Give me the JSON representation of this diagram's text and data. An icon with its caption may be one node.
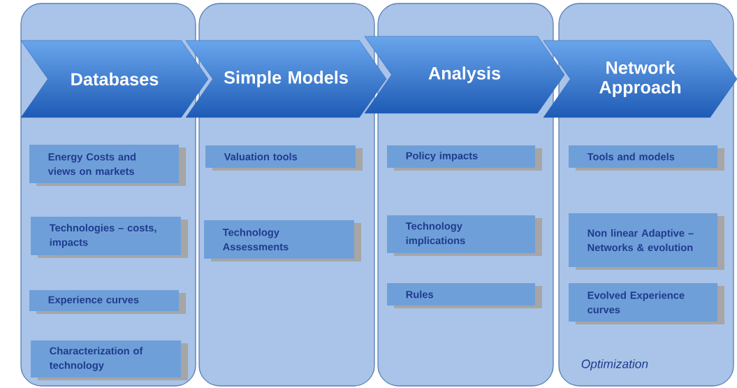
{
  "diagram": {
    "nodes": [
      {
        "text": [],
        "shape": "box"
      },
      {
        "text": [],
        "shape": "box"
      },
      {
        "text": [],
        "shape": "box"
      },
      {
        "text": [],
        "shape": "box"
      },
      {
        "text": [
          "Databases"
        ]
      },
      {
        "text": [
          "Simple Models"
        ]
      },
      {
        "text": [
          "Analysis"
        ]
      },
      {
        "text": [
          "Network Approach"
        ]
      },
      {
        "text": [
          "Energy Costs and views on markets"
        ],
        "in": 0
      },
      {
        "text": [
          "Technologies – costs, impacts"
        ],
        "in": 0
      },
      {
        "text": [
          "Experience curves"
        ],
        "in": 0
      },
      {
        "text": [
          "Characterization of technology"
        ],
        "in": 0
      },
      {
        "text": [
          "Valuation tools"
        ],
        "in": 1
      },
      {
        "text": [
          "Technology Assessments"
        ],
        "in": 1
      },
      {
        "text": [
          "Policy impacts"
        ],
        "in": 2
      },
      {
        "text": [
          "Technology implications"
        ],
        "in": 2
      },
      {
        "text": [
          "Rules"
        ],
        "in": 2
      },
      {
        "text": [
          "Tools and models"
        ],
        "in": 3
      },
      {
        "text": [
          "Non linear Adaptive – Networks & evolution"
        ],
        "in": 3
      },
      {
        "text": [
          "Evolved Experience curves"
        ],
        "in": 3
      }
    ],
    "labels": [
      "Optimization"
    ]
  }
}
